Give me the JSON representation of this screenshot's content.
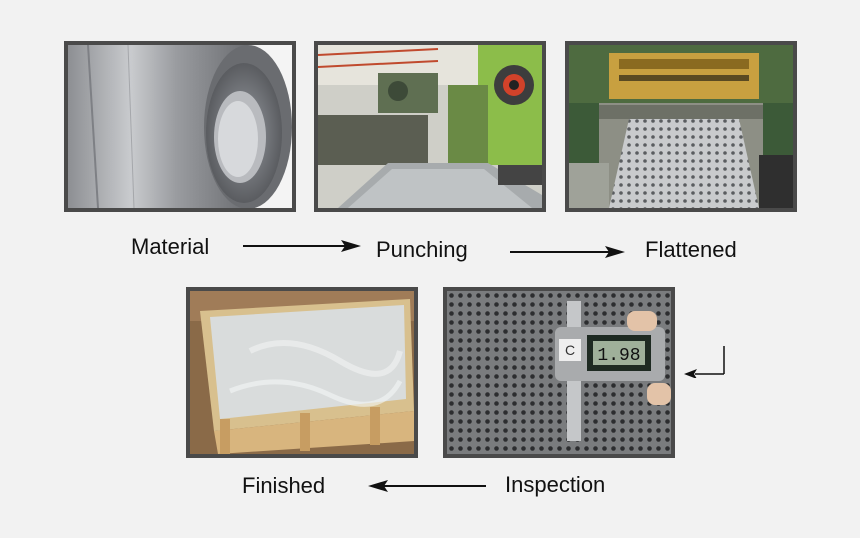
{
  "steps": {
    "material": "Material",
    "punching": "Punching",
    "flattened": "Flattened",
    "inspection": "Inspection",
    "finished": "Finished"
  },
  "photos": {
    "caliper_reading": "1.98",
    "caliper_brand": "C"
  }
}
